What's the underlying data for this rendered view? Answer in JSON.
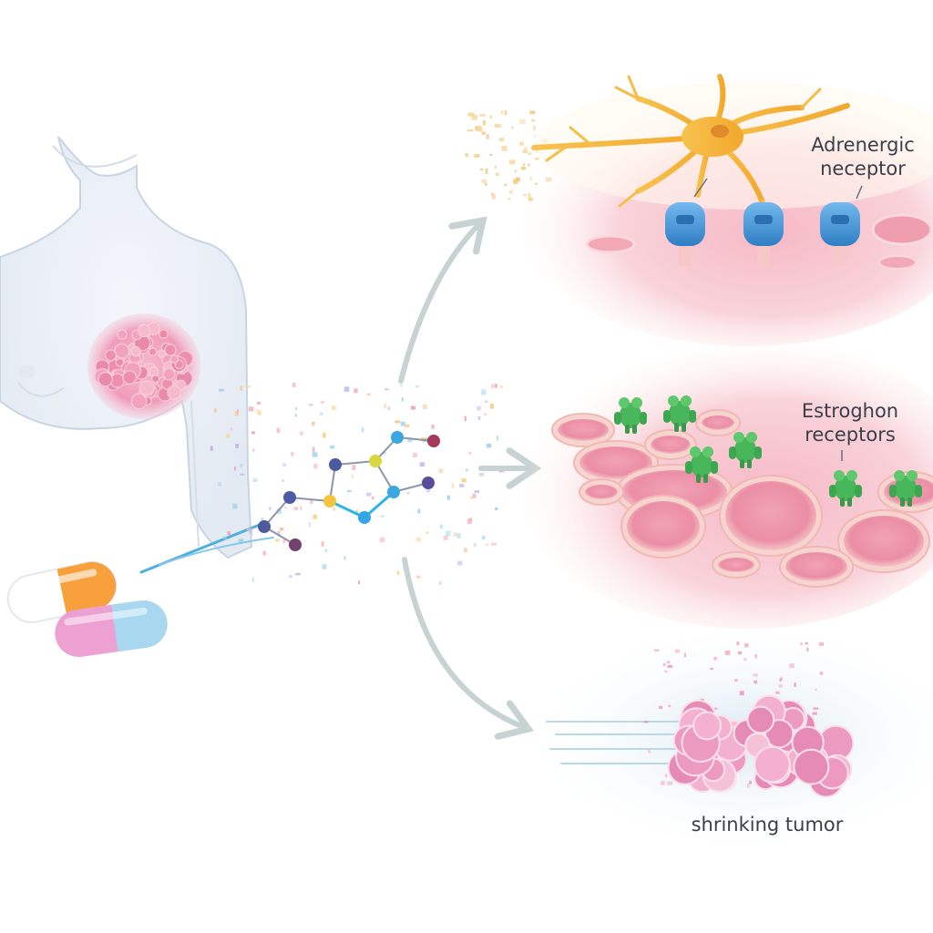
{
  "labels": {
    "adrenergic": [
      "Adrenergic",
      "neceptor"
    ],
    "estrogen": [
      "Estroghon",
      "receptors"
    ],
    "tumor": "shrinking tumor"
  },
  "colors": {
    "background": "#ffffff",
    "body_outline": "#c9d4e2",
    "tumor_pink": "#f2a6c0",
    "arrow_gray": "#c7d3d3",
    "nerve_orange": "#f4b43a",
    "adrenergic_receptor": "#3f93d8",
    "estrogen_receptor": "#48b65a",
    "capsule_orange": "#f7a03c",
    "capsule_blue": "#a8d8f0",
    "capsule_pink": "#eda0d2",
    "text": "#3a3f4a"
  },
  "icons": {
    "pills": "capsule-icon",
    "drug": "molecule-icon",
    "nerve": "neuron-icon",
    "adrenergic": "receptor-icon",
    "estrogen": "receptor-icon",
    "tumor": "tumor-icon"
  }
}
